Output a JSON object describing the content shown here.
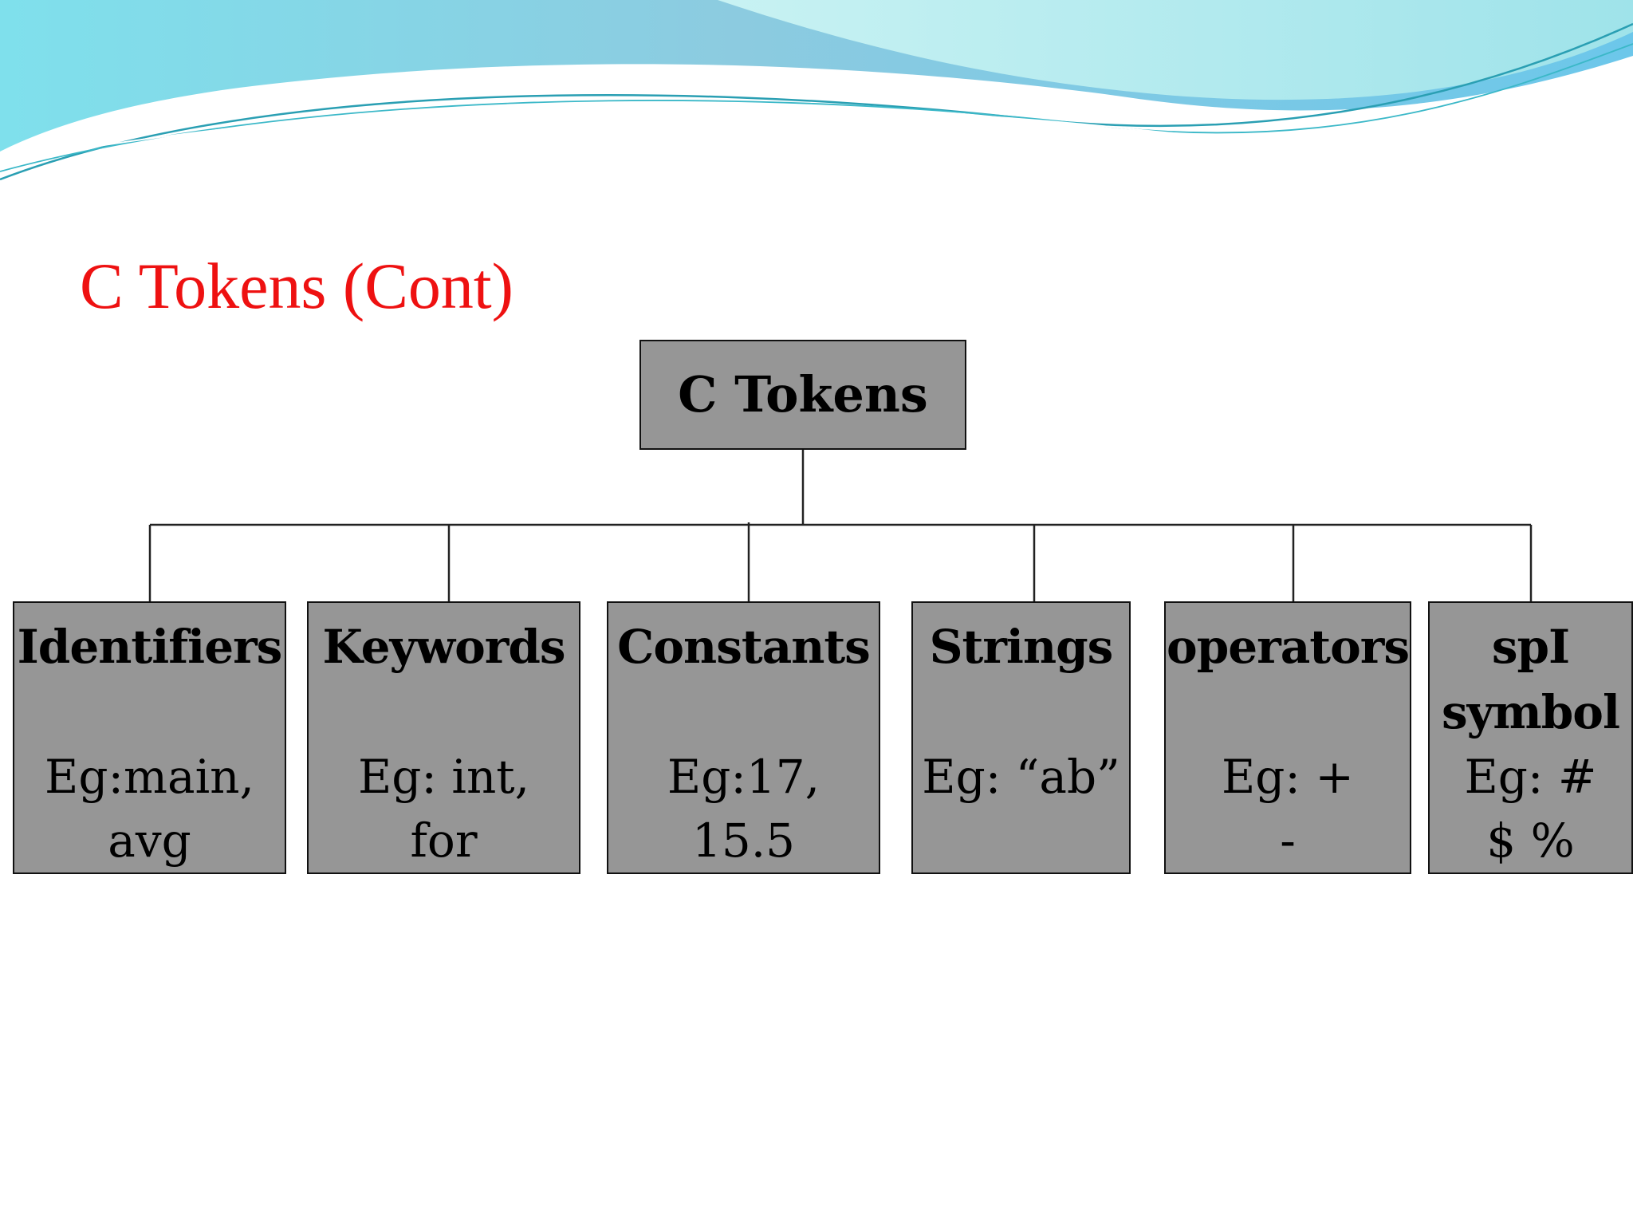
{
  "slide": {
    "title": "C Tokens (Cont)",
    "colors": {
      "title": "#ee1111",
      "box_fill": "#969696",
      "box_border": "#111111",
      "banner_light": "#b8ecee",
      "banner_mid": "#7fd3e6",
      "banner_dark": "#2aa8c0"
    }
  },
  "diagram": {
    "root": "C Tokens",
    "children": [
      {
        "heading": "Identifiers",
        "example": "Eg:main,\navg"
      },
      {
        "heading": "Keywords",
        "example": "Eg: int,\nfor"
      },
      {
        "heading": "Constants",
        "example": "Eg:17,\n15.5"
      },
      {
        "heading": "Strings",
        "example": "Eg: “ab”"
      },
      {
        "heading": "operators",
        "example": "Eg: +\n    -"
      },
      {
        "heading": "spI\nsymbol",
        "example": "Eg: #\n$ %"
      }
    ]
  }
}
